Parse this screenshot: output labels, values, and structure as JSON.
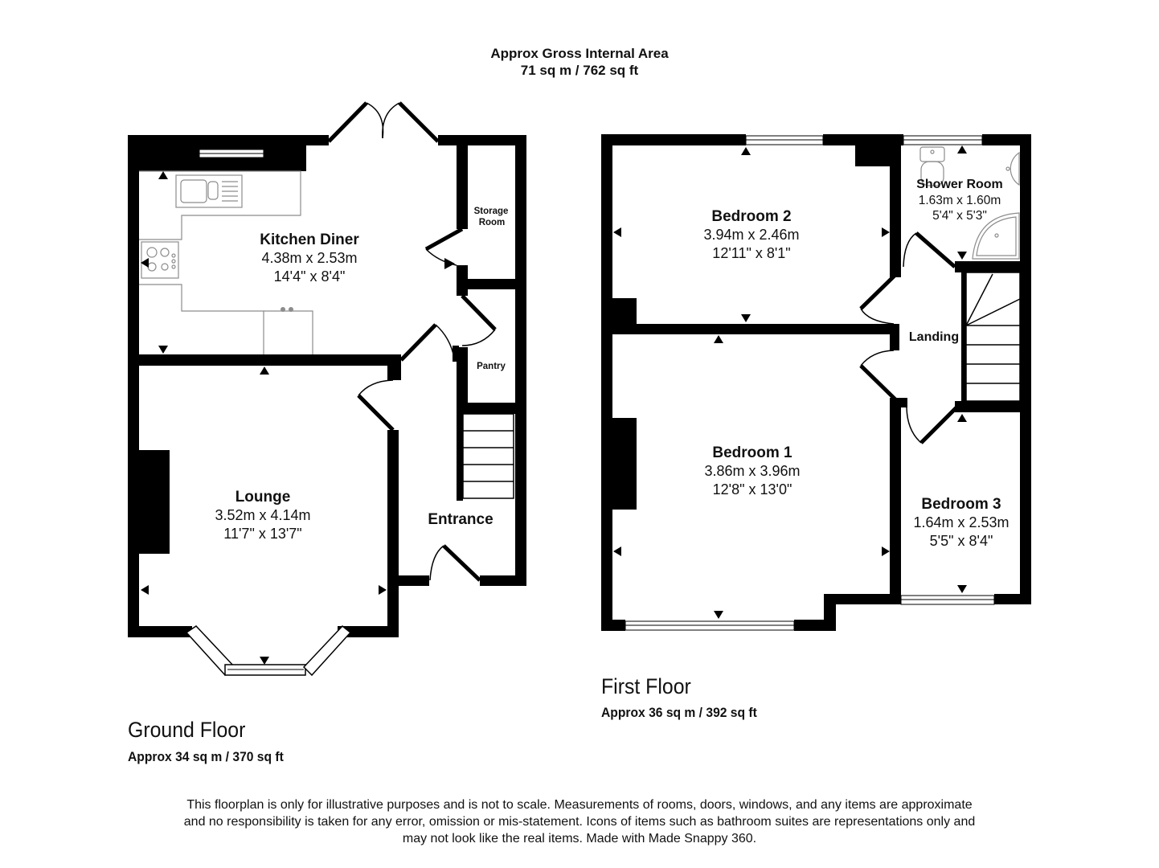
{
  "header": {
    "title": "Approx Gross Internal Area",
    "total_area": "71 sq m / 762 sq ft"
  },
  "ground_floor": {
    "name": "Ground Floor",
    "area": "Approx 34 sq m / 370 sq ft",
    "rooms": [
      {
        "name": "Kitchen Diner",
        "metric": "4.38m x 2.53m",
        "imperial": "14'4\" x 8'4\""
      },
      {
        "name": "Storage Room"
      },
      {
        "name": "Pantry"
      },
      {
        "name": "Lounge",
        "metric": "3.52m x 4.14m",
        "imperial": "11'7\" x 13'7\""
      },
      {
        "name": "Entrance"
      }
    ],
    "storage_line1": "Storage",
    "storage_line2": "Room"
  },
  "first_floor": {
    "name": "First Floor",
    "area": "Approx 36 sq m / 392 sq ft",
    "rooms": [
      {
        "name": "Bedroom 2",
        "metric": "3.94m x 2.46m",
        "imperial": "12'11\" x 8'1\""
      },
      {
        "name": "Shower Room",
        "metric": "1.63m x 1.60m",
        "imperial": "5'4\" x 5'3\""
      },
      {
        "name": "Landing"
      },
      {
        "name": "Bedroom 1",
        "metric": "3.86m x 3.96m",
        "imperial": "12'8\" x 13'0\""
      },
      {
        "name": "Bedroom 3",
        "metric": "1.64m x 2.53m",
        "imperial": "5'5\" x 8'4\""
      }
    ]
  },
  "footer": {
    "disclaimer_line1": "This floorplan is only for illustrative purposes and is not to scale. Measurements of rooms, doors, windows, and any items are approximate",
    "disclaimer_line2": "and no responsibility is taken for any error, omission or mis-statement. Icons of items such as bathroom suites are representations only and",
    "disclaimer_line3": "may not look like the real items. Made with Made Snappy 360."
  },
  "colors": {
    "wall": "#000000",
    "fixture": "#8c8c8c",
    "background": "#ffffff"
  }
}
